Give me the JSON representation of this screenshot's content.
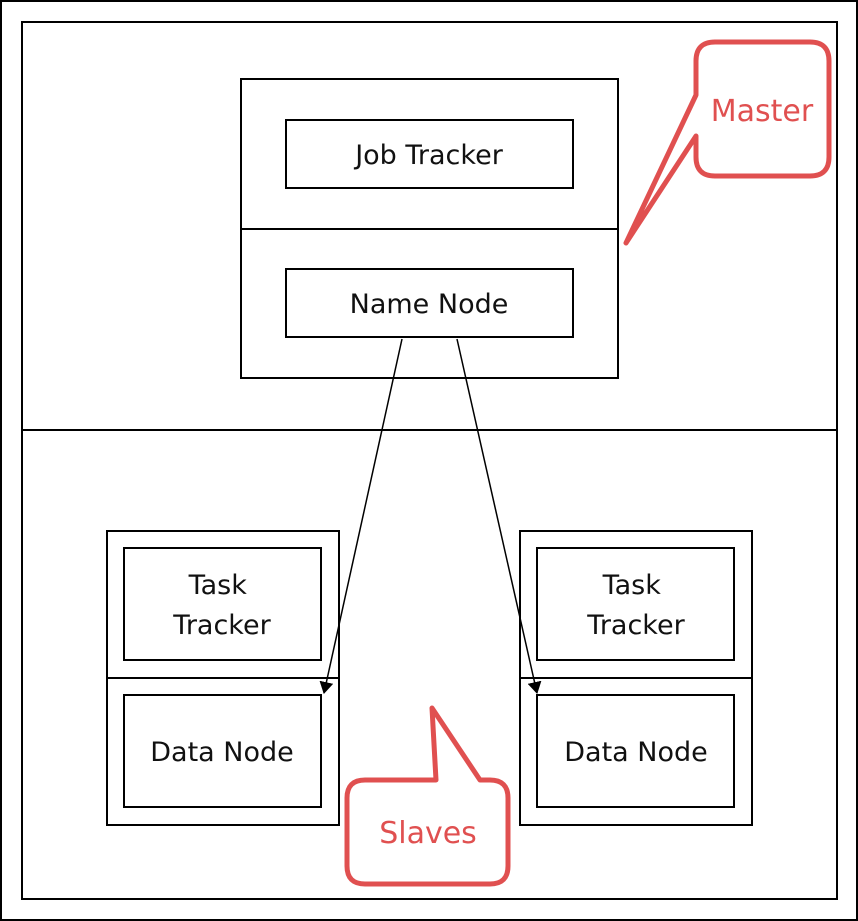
{
  "colors": {
    "accent": "#e05050",
    "line": "#000000"
  },
  "master": {
    "callout_label": "Master",
    "job_tracker_label": "Job Tracker",
    "name_node_label": "Name Node"
  },
  "slaves": {
    "callout_label": "Slaves",
    "nodes": [
      {
        "task_tracker_lines": [
          "Task",
          "Tracker"
        ],
        "data_node_label": "Data Node"
      },
      {
        "task_tracker_lines": [
          "Task",
          "Tracker"
        ],
        "data_node_label": "Data Node"
      }
    ]
  }
}
